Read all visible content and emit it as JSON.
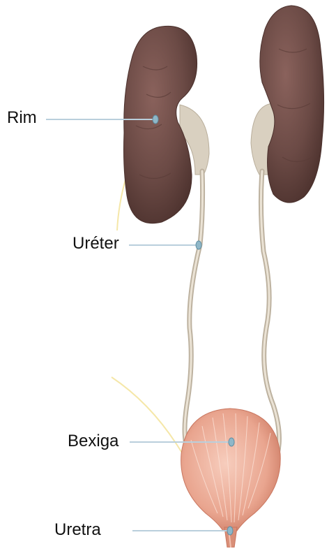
{
  "labels": {
    "rim": "Rim",
    "ureter": "Uréter",
    "bexiga": "Bexiga",
    "uretra": "Uretra"
  },
  "colors": {
    "kidney": "#6b4a45",
    "kidney_shadow": "#4a302c",
    "ureter": "#c9bfae",
    "bladder": "#e9a58f",
    "bladder_stripe": "#f6d2c2",
    "leader_line": "#b9cfdc",
    "marker": "#8fb7c8"
  }
}
